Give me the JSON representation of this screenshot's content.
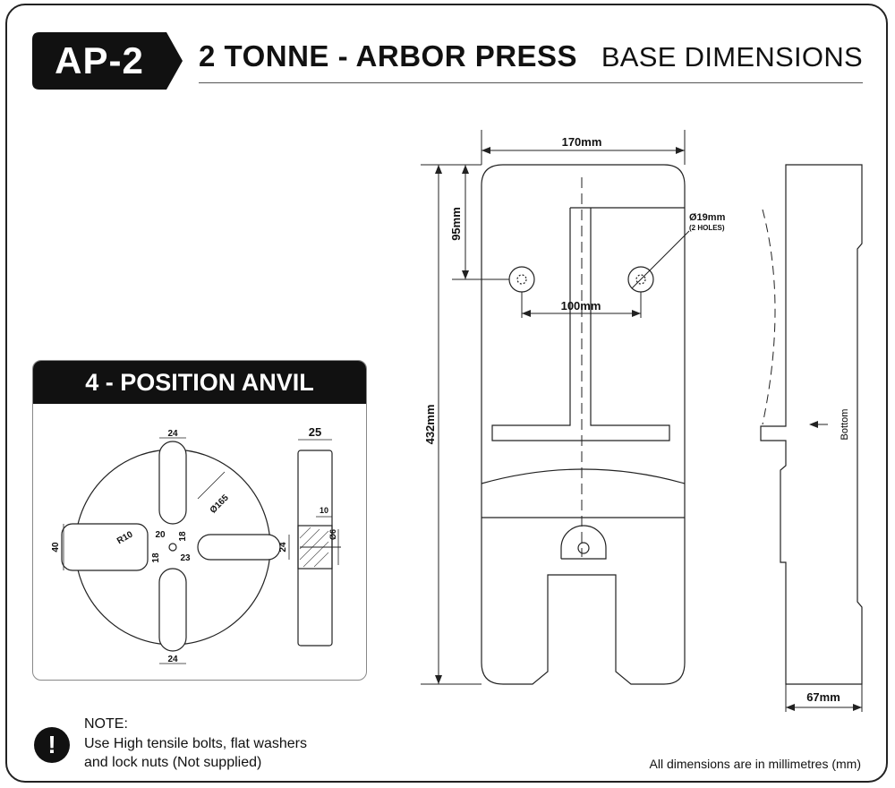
{
  "header": {
    "model": "AP-2",
    "title": "2 TONNE - ARBOR PRESS",
    "section": "BASE DIMENSIONS"
  },
  "anvil": {
    "heading": "4 - POSITION ANVIL",
    "dims": {
      "slot_width_top": "24",
      "slot_width_bottom": "24",
      "diameter": "Ø165",
      "radius": "R10",
      "left_slot_height": "40",
      "right_slot_height": "24",
      "offset_20": "20",
      "offset_18_a": "18",
      "offset_18_b": "18",
      "offset_23": "23",
      "thickness": "25",
      "pin_depth": "10",
      "pin_diameter": "Ø6"
    }
  },
  "base": {
    "width": "170mm",
    "hole_offset": "95mm",
    "hole_label": "Ø19mm",
    "hole_count": "(2 HOLES)",
    "hole_spacing": "100mm",
    "length": "432mm",
    "side_depth": "67mm",
    "bottom_label": "Bottom"
  },
  "note": {
    "title": "NOTE:",
    "line1": "Use High tensile bolts, flat washers",
    "line2": "and lock nuts (Not supplied)"
  },
  "footer": "All dimensions are in millimetres (mm)"
}
